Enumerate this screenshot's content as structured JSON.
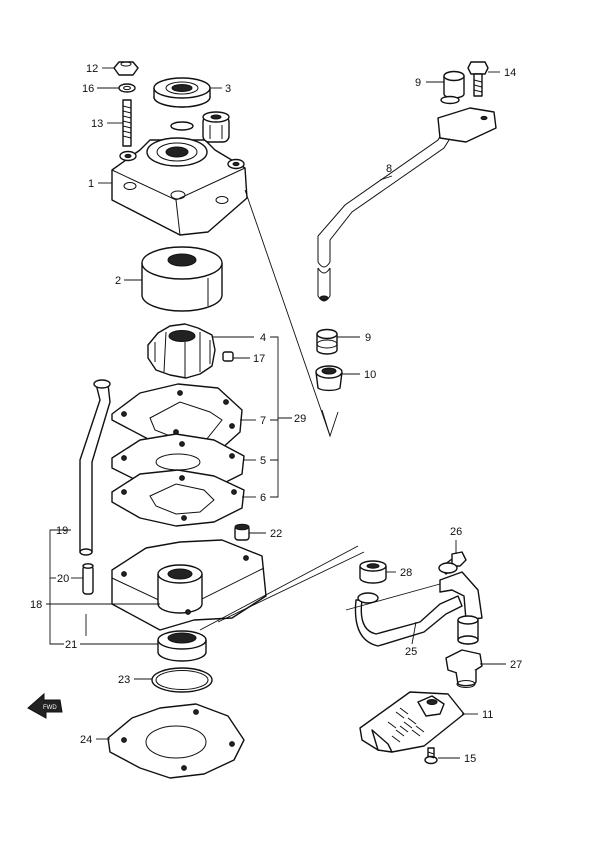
{
  "labels": {
    "p1": "1",
    "p2": "2",
    "p3": "3",
    "p4": "4",
    "p5": "5",
    "p6": "6",
    "p7": "7",
    "p8": "8",
    "p9a": "9",
    "p9b": "9",
    "p10": "10",
    "p11": "11",
    "p12": "12",
    "p13": "13",
    "p14": "14",
    "p15": "15",
    "p16": "16",
    "p17": "17",
    "p18": "18",
    "p19": "19",
    "p20": "20",
    "p21": "21",
    "p22": "22",
    "p23": "23",
    "p24": "24",
    "p25": "25",
    "p26": "26",
    "p27": "27",
    "p28": "28",
    "p29": "29"
  },
  "direction": "FWD",
  "colors": {
    "ink": "#111111",
    "paper": "#ffffff"
  }
}
